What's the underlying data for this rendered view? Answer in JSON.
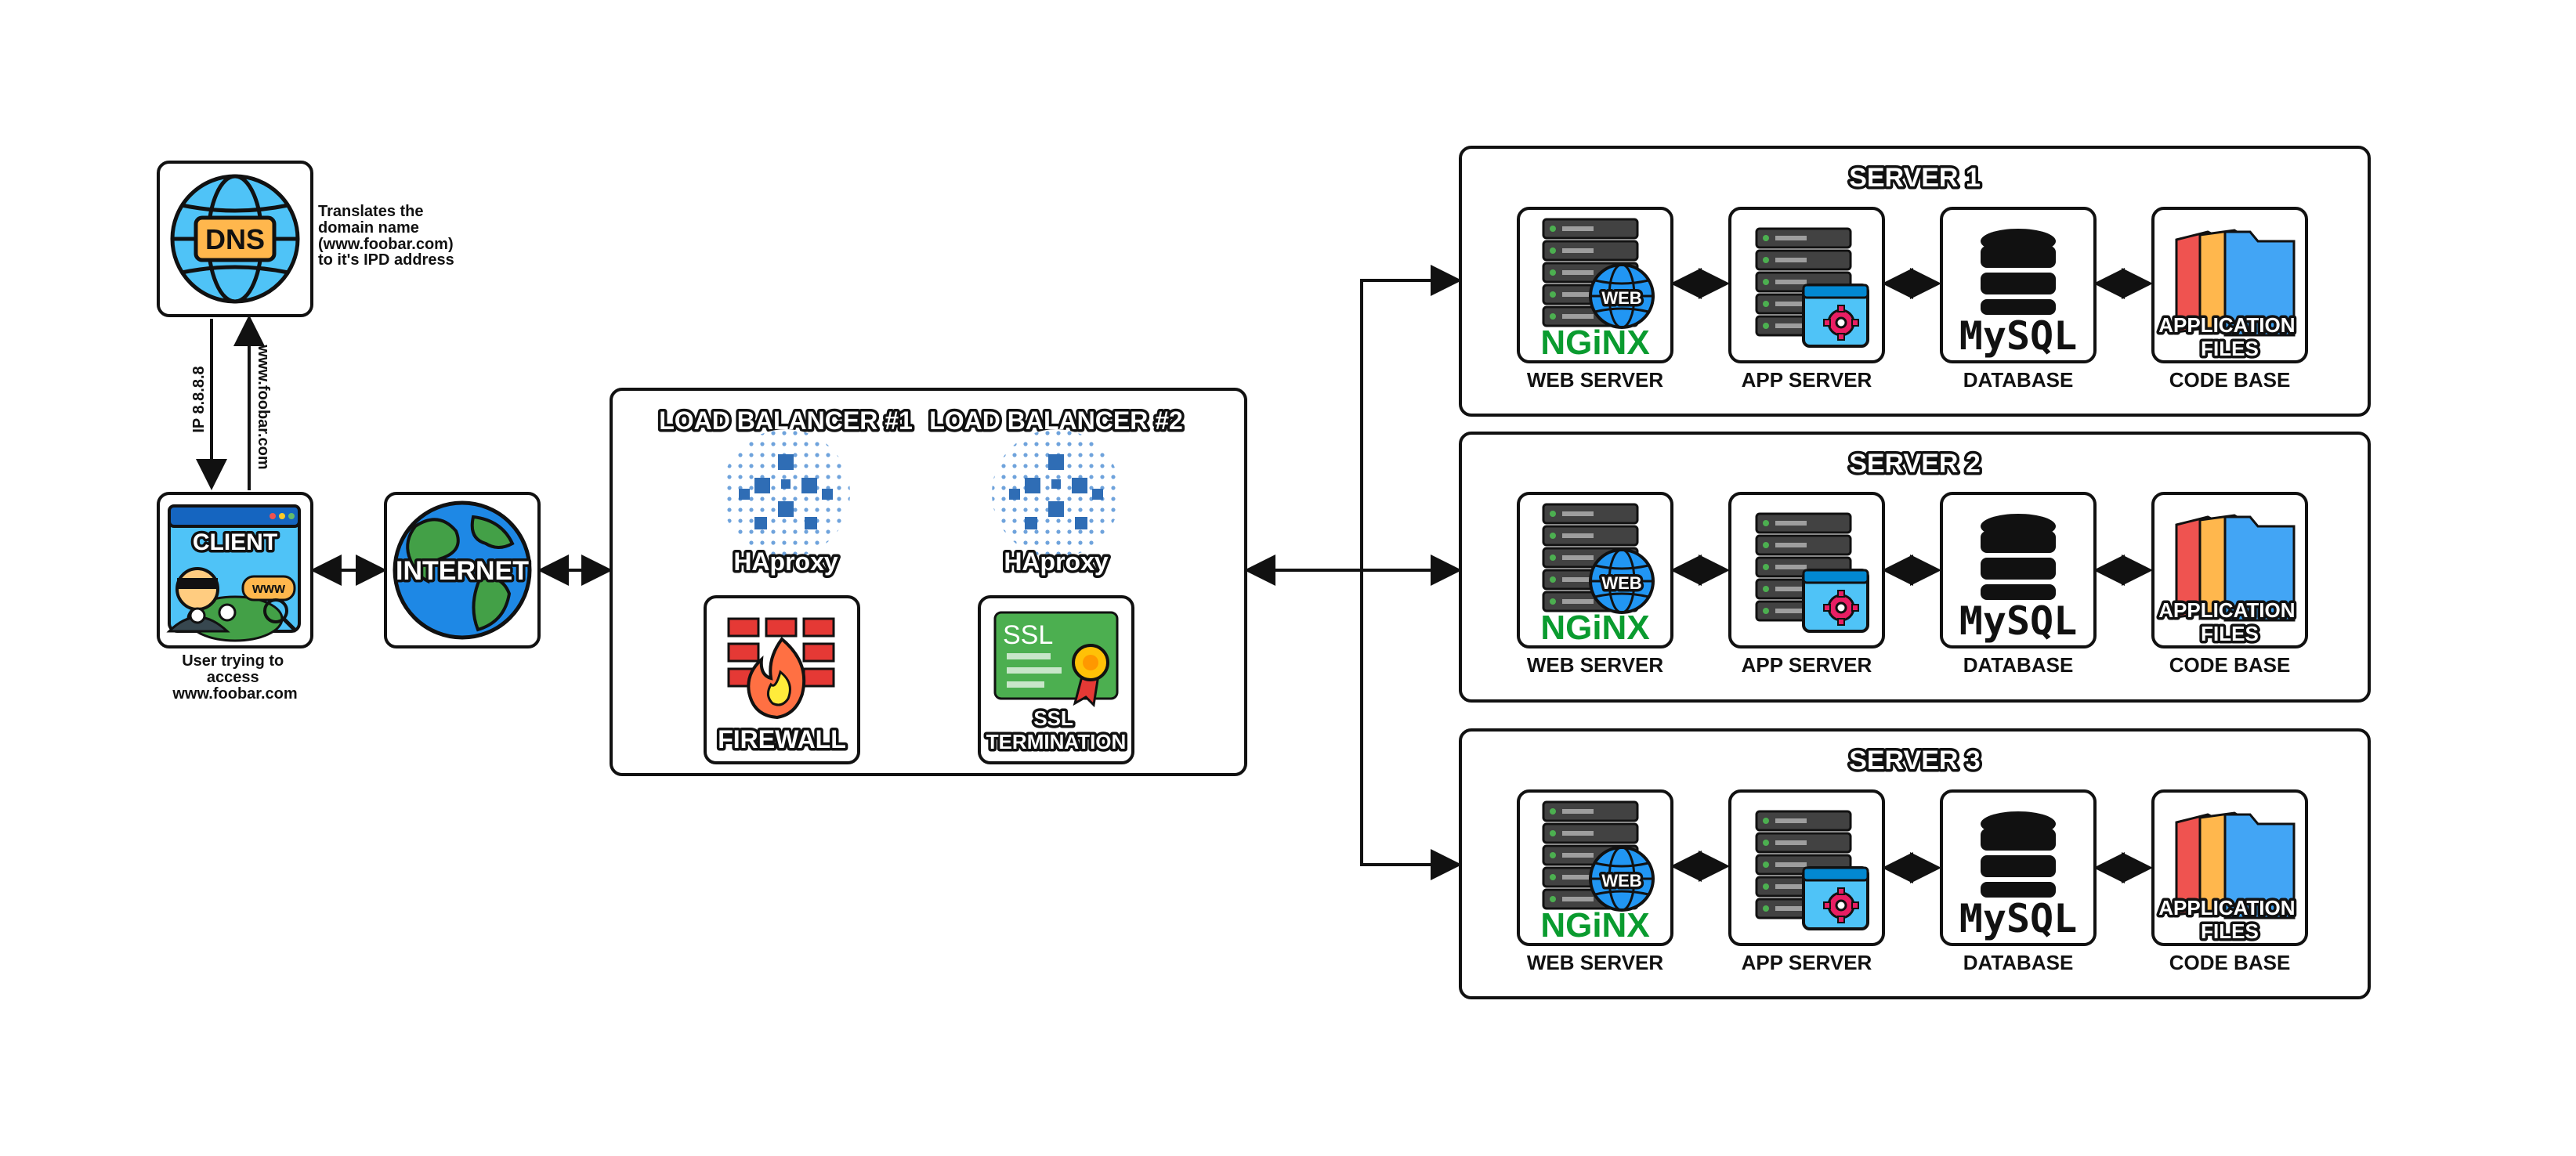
{
  "dns": {
    "label": "DNS",
    "note_lines": [
      "Translates the",
      "domain name",
      "(www.foobar.com)",
      "to it's IPD address"
    ]
  },
  "arrows": {
    "down": "IP 8.8.8.8",
    "up": "www.foobar.com"
  },
  "client": {
    "label": "CLIENT",
    "www_badge": "www",
    "caption_lines": [
      "User trying to",
      "access",
      "www.foobar.com"
    ]
  },
  "internet": {
    "label": "INTERNET"
  },
  "load_balancers": [
    {
      "title": "LOAD BALANCER #1",
      "product": "HAproxy"
    },
    {
      "title": "LOAD BALANCER #2",
      "product": "HAproxy"
    }
  ],
  "security": {
    "firewall": "FIREWALL",
    "ssl_badge": "SSL",
    "ssl_label_lines": [
      "SSL",
      "TERMINATION"
    ]
  },
  "servers": [
    {
      "title": "SERVER 1"
    },
    {
      "title": "SERVER 2"
    },
    {
      "title": "SERVER 3"
    }
  ],
  "components": {
    "web": {
      "caption": "WEB SERVER",
      "logo": "NGiNX",
      "globe_text": "WEB"
    },
    "app": {
      "caption": "APP SERVER"
    },
    "db": {
      "caption": "DATABASE",
      "logo": "MySQL"
    },
    "code": {
      "caption": "CODE BASE",
      "label_lines": [
        "APPLICATION",
        "FILES"
      ]
    }
  },
  "colors": {
    "globe_blue": "#2196f3",
    "nginx_green": "#0a9b2f",
    "haproxy_blue": "#2f6db5",
    "firewall_red": "#e53935",
    "ssl_green": "#4caf50"
  },
  "icons": [
    "dns-globe-icon",
    "client-icon",
    "earth-icon",
    "haproxy-icon",
    "firewall-icon",
    "ssl-certificate-icon",
    "server-rack-icon",
    "database-icon",
    "folder-icon"
  ]
}
